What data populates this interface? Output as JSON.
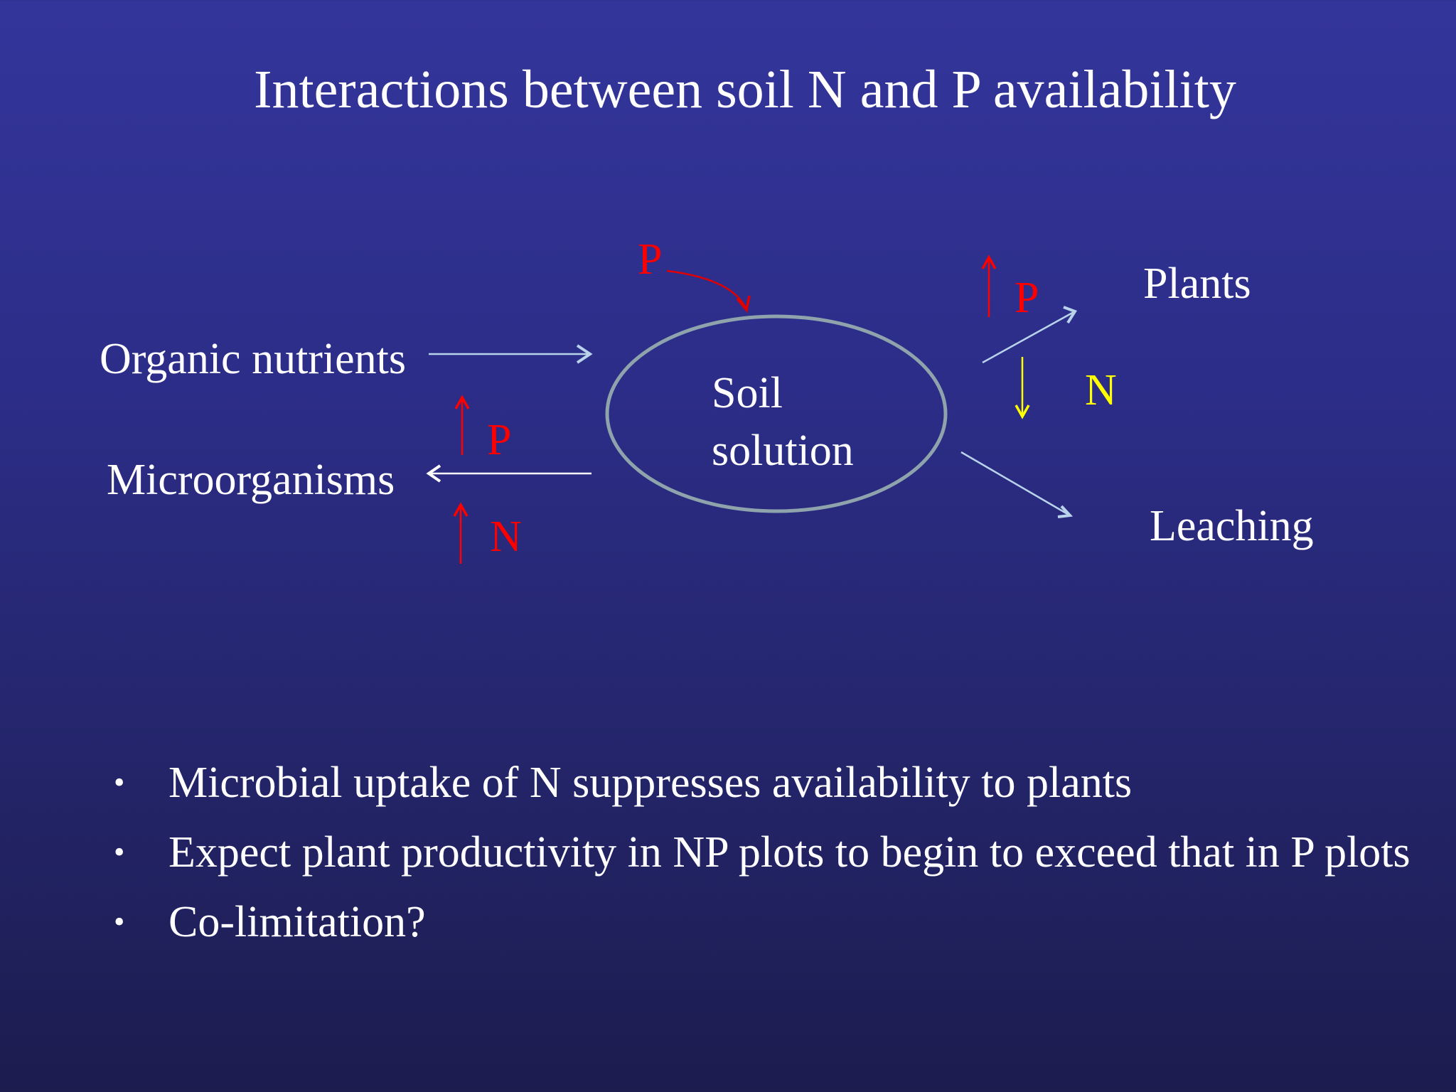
{
  "slide": {
    "title": "Interactions between soil  N and P availability",
    "background": {
      "top": "#34359b",
      "bottom": "#1c1c4f"
    }
  },
  "diagram": {
    "center": {
      "line1": "Soil",
      "line2": "solution",
      "outline_color": "#8fa3ad"
    },
    "inputs": {
      "organic_nutrients": "Organic nutrients",
      "p_input": "P"
    },
    "sinks": {
      "microorganisms": "Microorganisms",
      "plants": "Plants",
      "leaching": "Leaching"
    },
    "modifiers": {
      "micro_p": {
        "arrow": "up",
        "label": "P",
        "color": "#ff0000"
      },
      "micro_n": {
        "arrow": "up",
        "label": "N",
        "color": "#ff0000"
      },
      "plants_p": {
        "arrow": "up",
        "label": "P",
        "color": "#ff0000"
      },
      "plants_n": {
        "arrow": "down",
        "label": "N",
        "color": "#ffff00"
      }
    },
    "arrow_color": "#b9d3ea"
  },
  "bullets": [
    {
      "symbol": "•",
      "text": "Microbial uptake of N suppresses availability to plants"
    },
    {
      "symbol": "•",
      "text": "Expect plant productivity in NP plots to begin to exceed that in P plots"
    },
    {
      "symbol": "•",
      "text": "Co-limitation?"
    }
  ]
}
